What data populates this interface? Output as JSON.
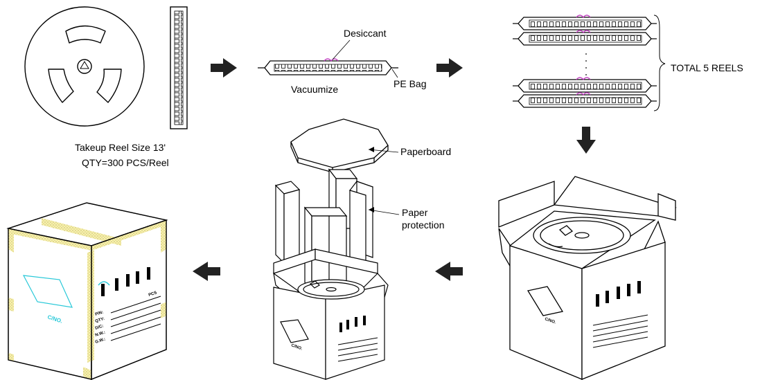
{
  "labels": {
    "desiccant": "Desiccant",
    "vacuumize": "Vacuumize",
    "pe_bag": "PE Bag",
    "total_reels": "TOTAL 5 REELS",
    "reel_size": "Takeup Reel Size 13'",
    "reel_qty": "QTY=300 PCS/Reel",
    "paperboard": "Paperboard",
    "paper_protection_1": "Paper",
    "paper_protection_2": "protection"
  },
  "box_marks": {
    "cno": "C/NO.",
    "pcs": "PCS",
    "rows": [
      "P/N:",
      "QTY:",
      "D/C:",
      "N.W.:",
      "G.W.:"
    ]
  },
  "colors": {
    "line": "#000000",
    "desiccant": "#c040c0",
    "tape": "#e8e070",
    "cyan_mark": "#27c8d8"
  },
  "flow_arrows": [
    "right",
    "right",
    "down",
    "left",
    "left"
  ]
}
